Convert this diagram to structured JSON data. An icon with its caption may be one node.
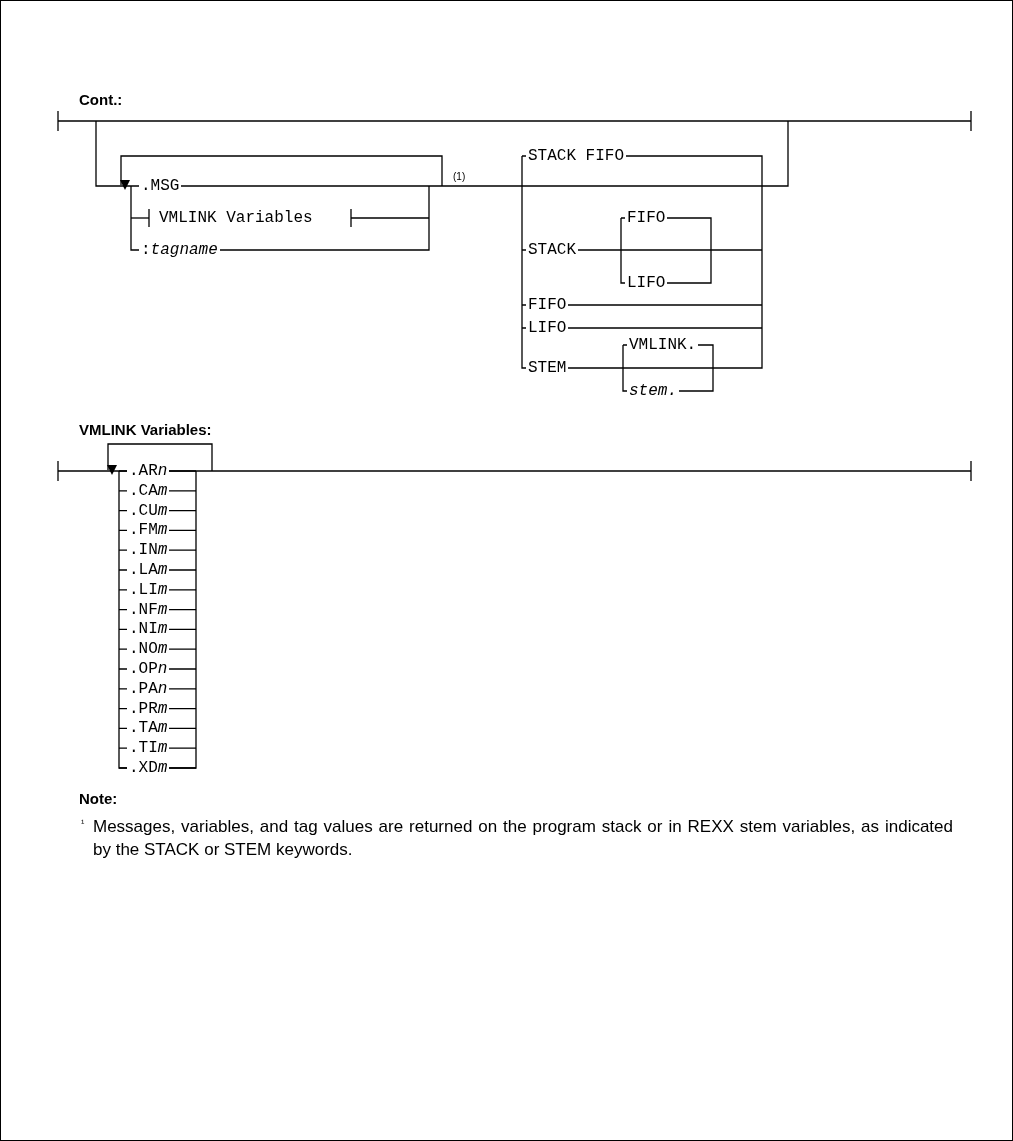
{
  "diagram": {
    "labels": [
      "Cont.:",
      "STACK FIFO",
      ".MSG",
      "(1)",
      "FIFO",
      "VMLINK Variables",
      "STACK",
      ":*tagname*",
      "LIFO",
      "FIFO",
      "LIFO",
      "VMLINK.",
      "STEM",
      "stem.",
      "VMLINK Variables:",
      ".ARn",
      ".CAm",
      ".CUm",
      ".FMm",
      ".INm",
      ".LAm",
      ".LIm",
      ".NFm",
      ".NIm",
      ".NOm",
      ".OPn",
      ".PAn",
      ".PRm",
      ".TAm",
      ".TIm",
      ".XDm",
      "Note:",
      "¹",
      "Messages, variables, and tag values are returned on the program stack or in REXX stem variables, as indicated by the STACK or STEM keywords."
    ]
  }
}
